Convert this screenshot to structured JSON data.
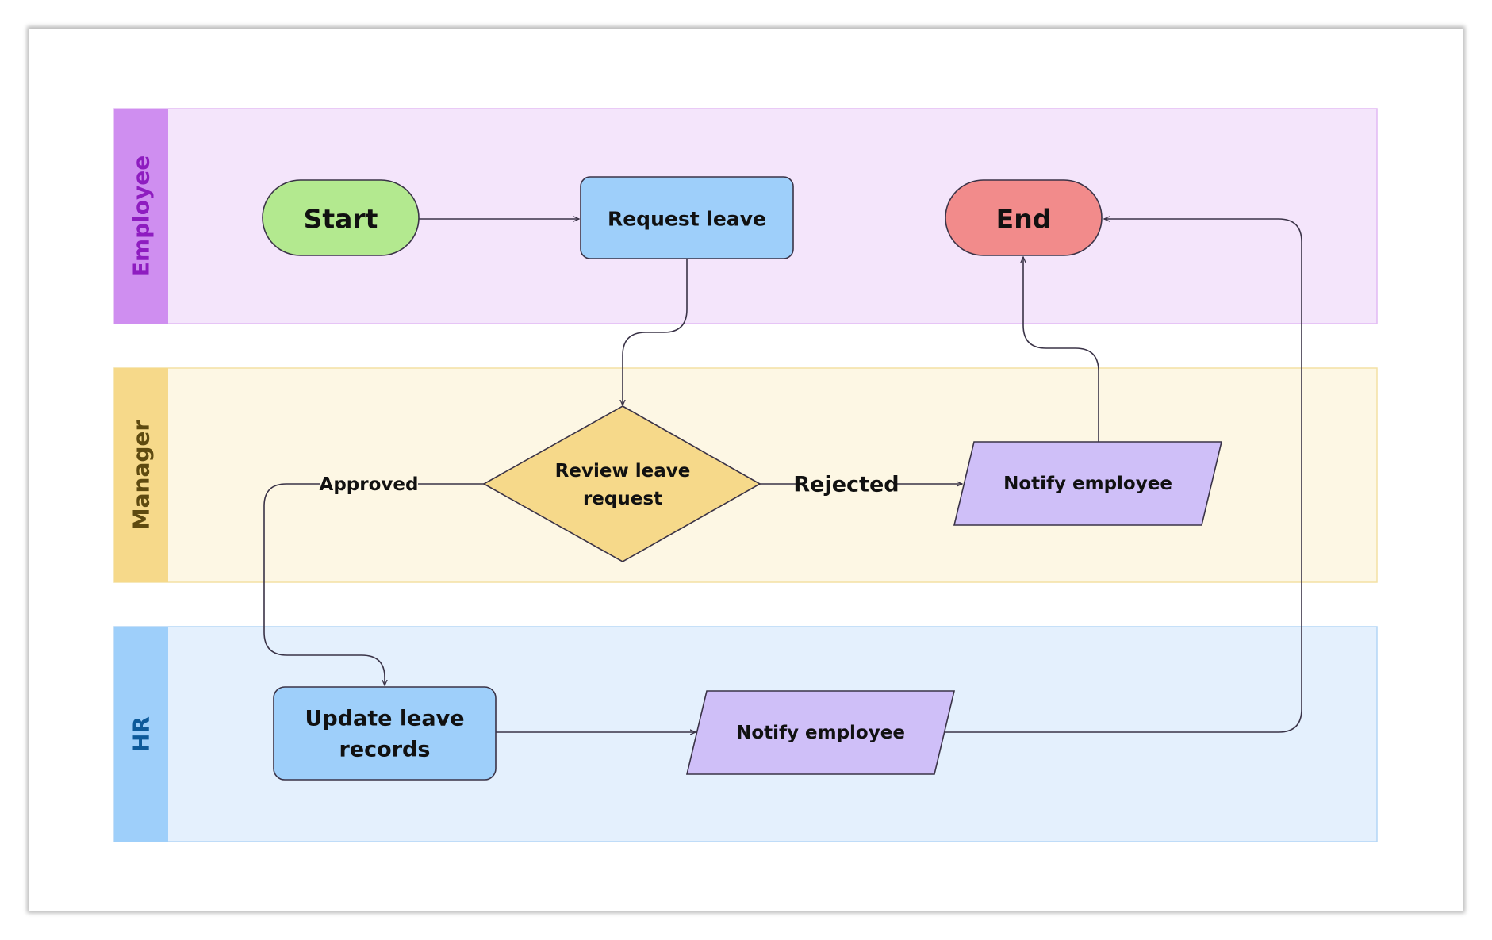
{
  "colors": {
    "employee_lane_bg": "#f4e5fb",
    "employee_lane_header": "#cf8ef0",
    "employee_lane_text": "#8e1cc0",
    "manager_lane_bg": "#fdf7e4",
    "manager_lane_header": "#f6d98a",
    "manager_lane_text": "#5e4a10",
    "hr_lane_bg": "#e4f0fd",
    "hr_lane_header": "#9ecffa",
    "hr_lane_text": "#0d5a9a",
    "start_fill": "#b3e98f",
    "end_fill": "#f28b8b",
    "process_fill": "#9ecffa",
    "decision_fill": "#f6d98a",
    "io_fill": "#cfbff8"
  },
  "lanes": {
    "employee": "Employee",
    "manager": "Manager",
    "hr": "HR"
  },
  "nodes": {
    "start": "Start",
    "request_leave": "Request leave",
    "end": "End",
    "review_line1": "Review leave",
    "review_line2": "request",
    "notify_manager": "Notify employee",
    "update_line1": "Update leave",
    "update_line2": "records",
    "notify_hr": "Notify employee"
  },
  "edge_labels": {
    "approved": "Approved",
    "rejected": "Rejected"
  }
}
